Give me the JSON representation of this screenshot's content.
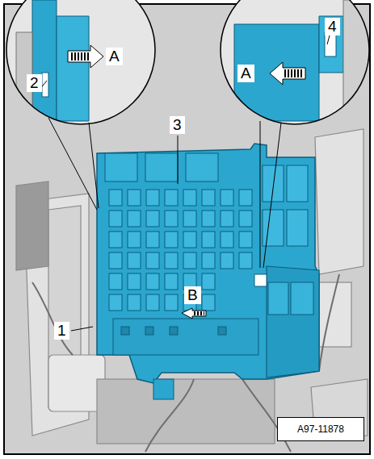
{
  "diagram": {
    "nodes": [
      {
        "text": [
          "A97-11878"
        ]
      }
    ],
    "labels": [
      "2",
      "A",
      "4",
      "A",
      "3",
      "B",
      "1"
    ]
  }
}
